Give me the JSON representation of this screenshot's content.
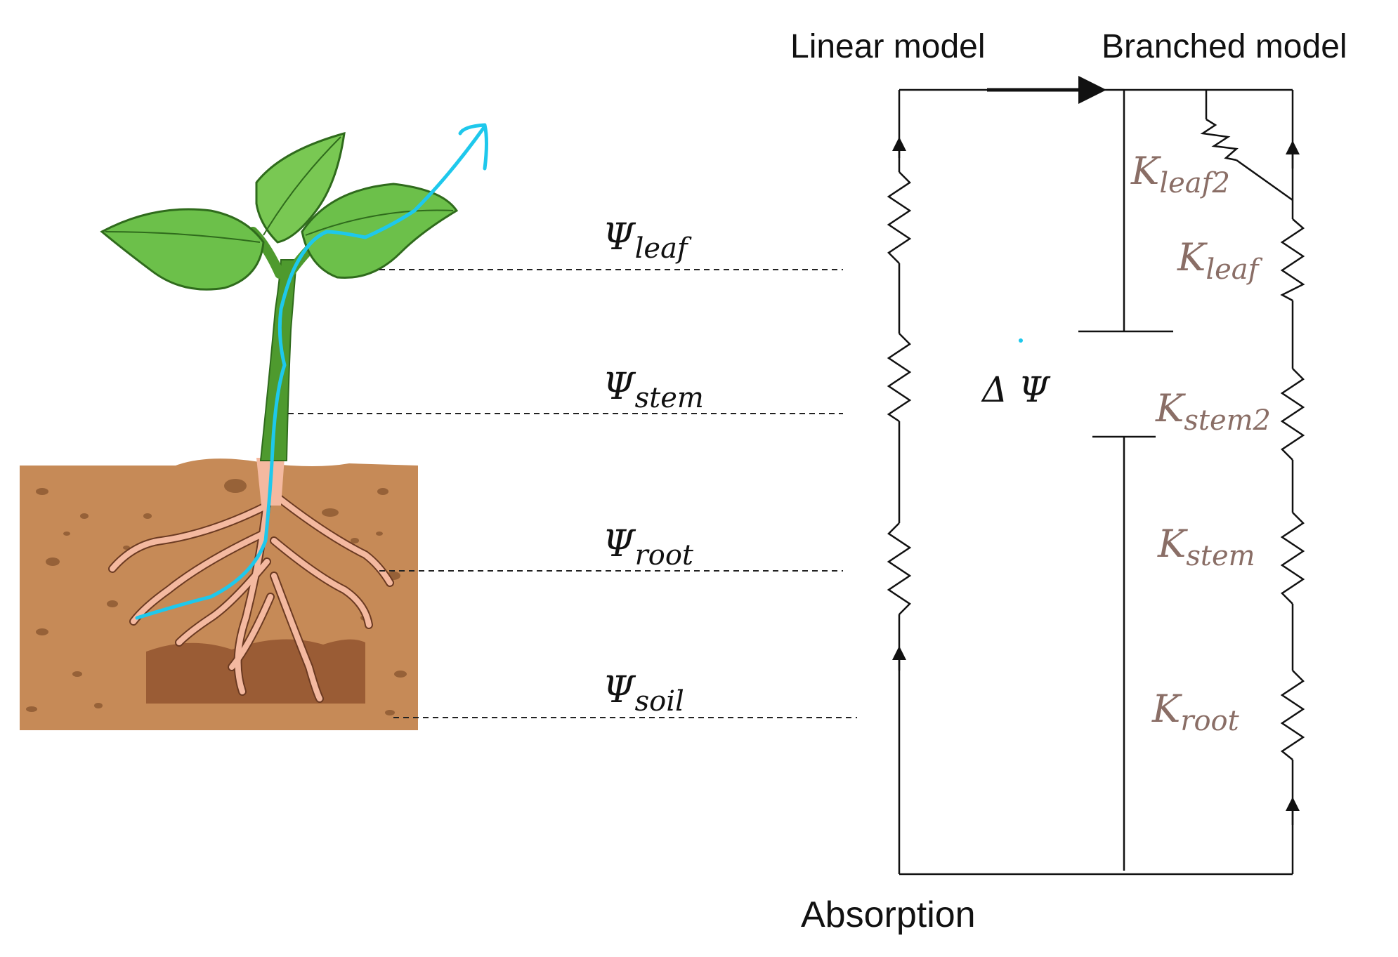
{
  "headers": {
    "linear_model": "Linear model",
    "branched_model": "Branched model",
    "absorption": "Absorption"
  },
  "potentials": {
    "symbol": "Ψ",
    "leaf": "leaf",
    "stem": "stem",
    "root": "root",
    "soil": "soil"
  },
  "delta_psi": "Δ Ψ",
  "conductances": {
    "symbol": "K",
    "leaf2": "leaf2",
    "leaf": "leaf",
    "stem2": "stem2",
    "stem": "stem",
    "root": "root"
  },
  "colors": {
    "k_label": "#8a6e66",
    "flow_path": "#1ec8ec",
    "leaf_green": "#6cc04a",
    "stem_green": "#4e9a2e",
    "soil": "#c68a57",
    "root": "#f4b9a0"
  }
}
